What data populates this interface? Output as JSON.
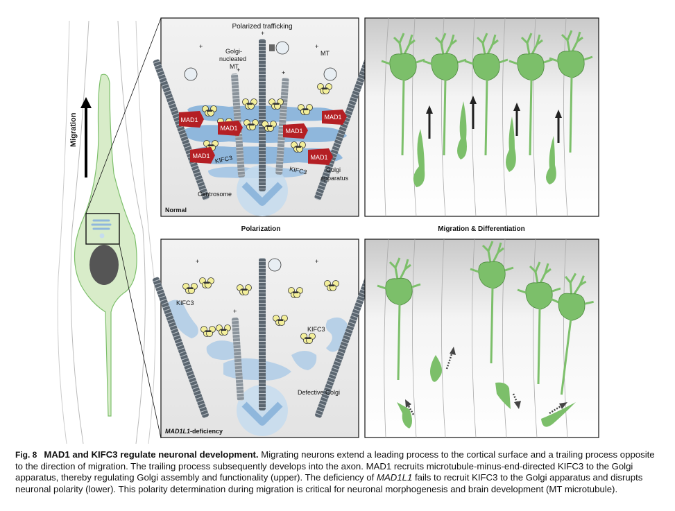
{
  "figure": {
    "side_label": "Migration",
    "panels": {
      "normal": {
        "label": "Normal",
        "top_label": "Polarized trafficking",
        "golgi_mt_label": [
          "Golgi-",
          "nucleated",
          "MT"
        ],
        "mt_label": "MT",
        "mad1_label": "MAD1",
        "kifc3_label": "KIFC3",
        "golgi_label": [
          "Golgi",
          "apparatus"
        ],
        "centrosome_label": "Centrosome",
        "plus_label": "+"
      },
      "deficient": {
        "label_italic": "MAD1L1",
        "label_suffix": "-deficiency",
        "kifc3_label": "KIFC3",
        "defective_label": "Defective Golgi",
        "plus_label": "+"
      }
    },
    "section_titles": {
      "polarization": "Polarization",
      "migration_diff": "Migration & Differentiation"
    }
  },
  "caption": {
    "fig_num": "Fig. 8",
    "title": "MAD1 and KIFC3 regulate neuronal development.",
    "p1": " Migrating neurons extend a leading process to the cortical surface and a trailing process opposite to the direction of migration. The trailing process subsequently develops into the axon. MAD1 recruits microtubule-minus-end-directed KIFC3 to the Golgi apparatus, thereby regulating Golgi assembly and functionality (upper). The deficiency of ",
    "gene_italic": "MAD1L1",
    "p2": " fails to recruit KIFC3 to the Golgi apparatus and disrupts neuronal polarity (lower). This polarity determination during migration is critical for neuronal morphogenesis and brain development (MT microtubule)."
  },
  "colors": {
    "cell_fill": "#d8ecc9",
    "neuron_green": "#7cbf6a",
    "mad1_red": "#b41f24",
    "golgi_blue": "#8fb7dc",
    "mt_gray": "#5b6670",
    "kifc3_yellow": "#f3ef9a"
  }
}
